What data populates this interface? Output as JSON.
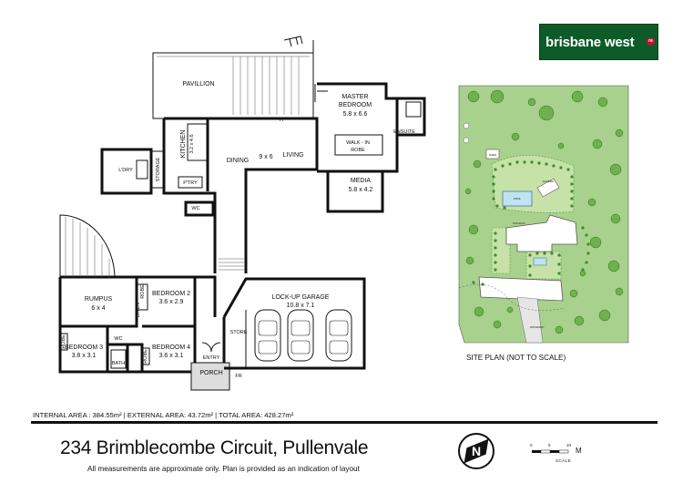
{
  "brand": {
    "name": "brisbane west",
    "suffix": "re",
    "color": "#0e5b2a",
    "accent": "#c8102e"
  },
  "rooms": {
    "pavillion": "PAVILLION",
    "master_bedroom": "MASTER",
    "master_bedroom_2": "BEDROOM",
    "master_size": "5.8 x 6.6",
    "fp": "FP",
    "ensuite": "ENSUITE",
    "walk_in": "WALK - IN",
    "robe": "ROBE",
    "kitchen": "KITCHEN",
    "kitchen_size": "3.2 x 4.6",
    "dining": "DINING",
    "dining_size": "9 x 6",
    "living": "LIVING",
    "ldry": "L'DRY",
    "storage": "STORAGE",
    "ptry": "P'TRY",
    "media": "MEDIA",
    "media_size": "5.8 x 4.2",
    "wc_upper": "WC",
    "rumpus": "RUMPUS",
    "rumpus_size": "6 x 4",
    "bedroom2": "BEDROOM 2",
    "bedroom2_size": "3.6 x 2.9",
    "robe_b2": "ROBE",
    "linen": "LINEN",
    "bedroom3": "BEDROOM 3",
    "bedroom3_size": "3.8 x 3.1",
    "robe_b3": "ROBE",
    "wc_lower": "WC",
    "bath": "BATH",
    "bedroom4": "BEDROOM 4",
    "bedroom4_size": "3.6 x 3.1",
    "robe_b4": "ROBE",
    "entry": "ENTRY",
    "porch": "PORCH",
    "fr": "FR",
    "garage": "LOCK-UP GARAGE",
    "garage_size": "10.8 x 7.1",
    "store": "STORE"
  },
  "site_plan": {
    "caption": "SITE PLAN (NOT TO SCALE)",
    "labels": {
      "pool": "POOL",
      "pavilion": "PAVILION",
      "shed": "SHED",
      "gazebo": "GAZEBO",
      "driveway": "DRIVEWAY"
    },
    "grass_color": "#a9d18e",
    "tree_color": "#4e9a3a"
  },
  "areas": {
    "text": "INTERNAL AREA :   384.55m² | EXTERNAL AREA:  43.72m² | TOTAL AREA:  428.27m²"
  },
  "address": "234 Brimblecombe Circuit, Pullenvale",
  "disclaimer": "All measurements are approximate only. Plan is provided as an indication of layout",
  "compass": {
    "letter": "N"
  },
  "scale": {
    "unit": "M",
    "word": "SCALE",
    "ticks": [
      "0",
      "5",
      "10"
    ]
  }
}
